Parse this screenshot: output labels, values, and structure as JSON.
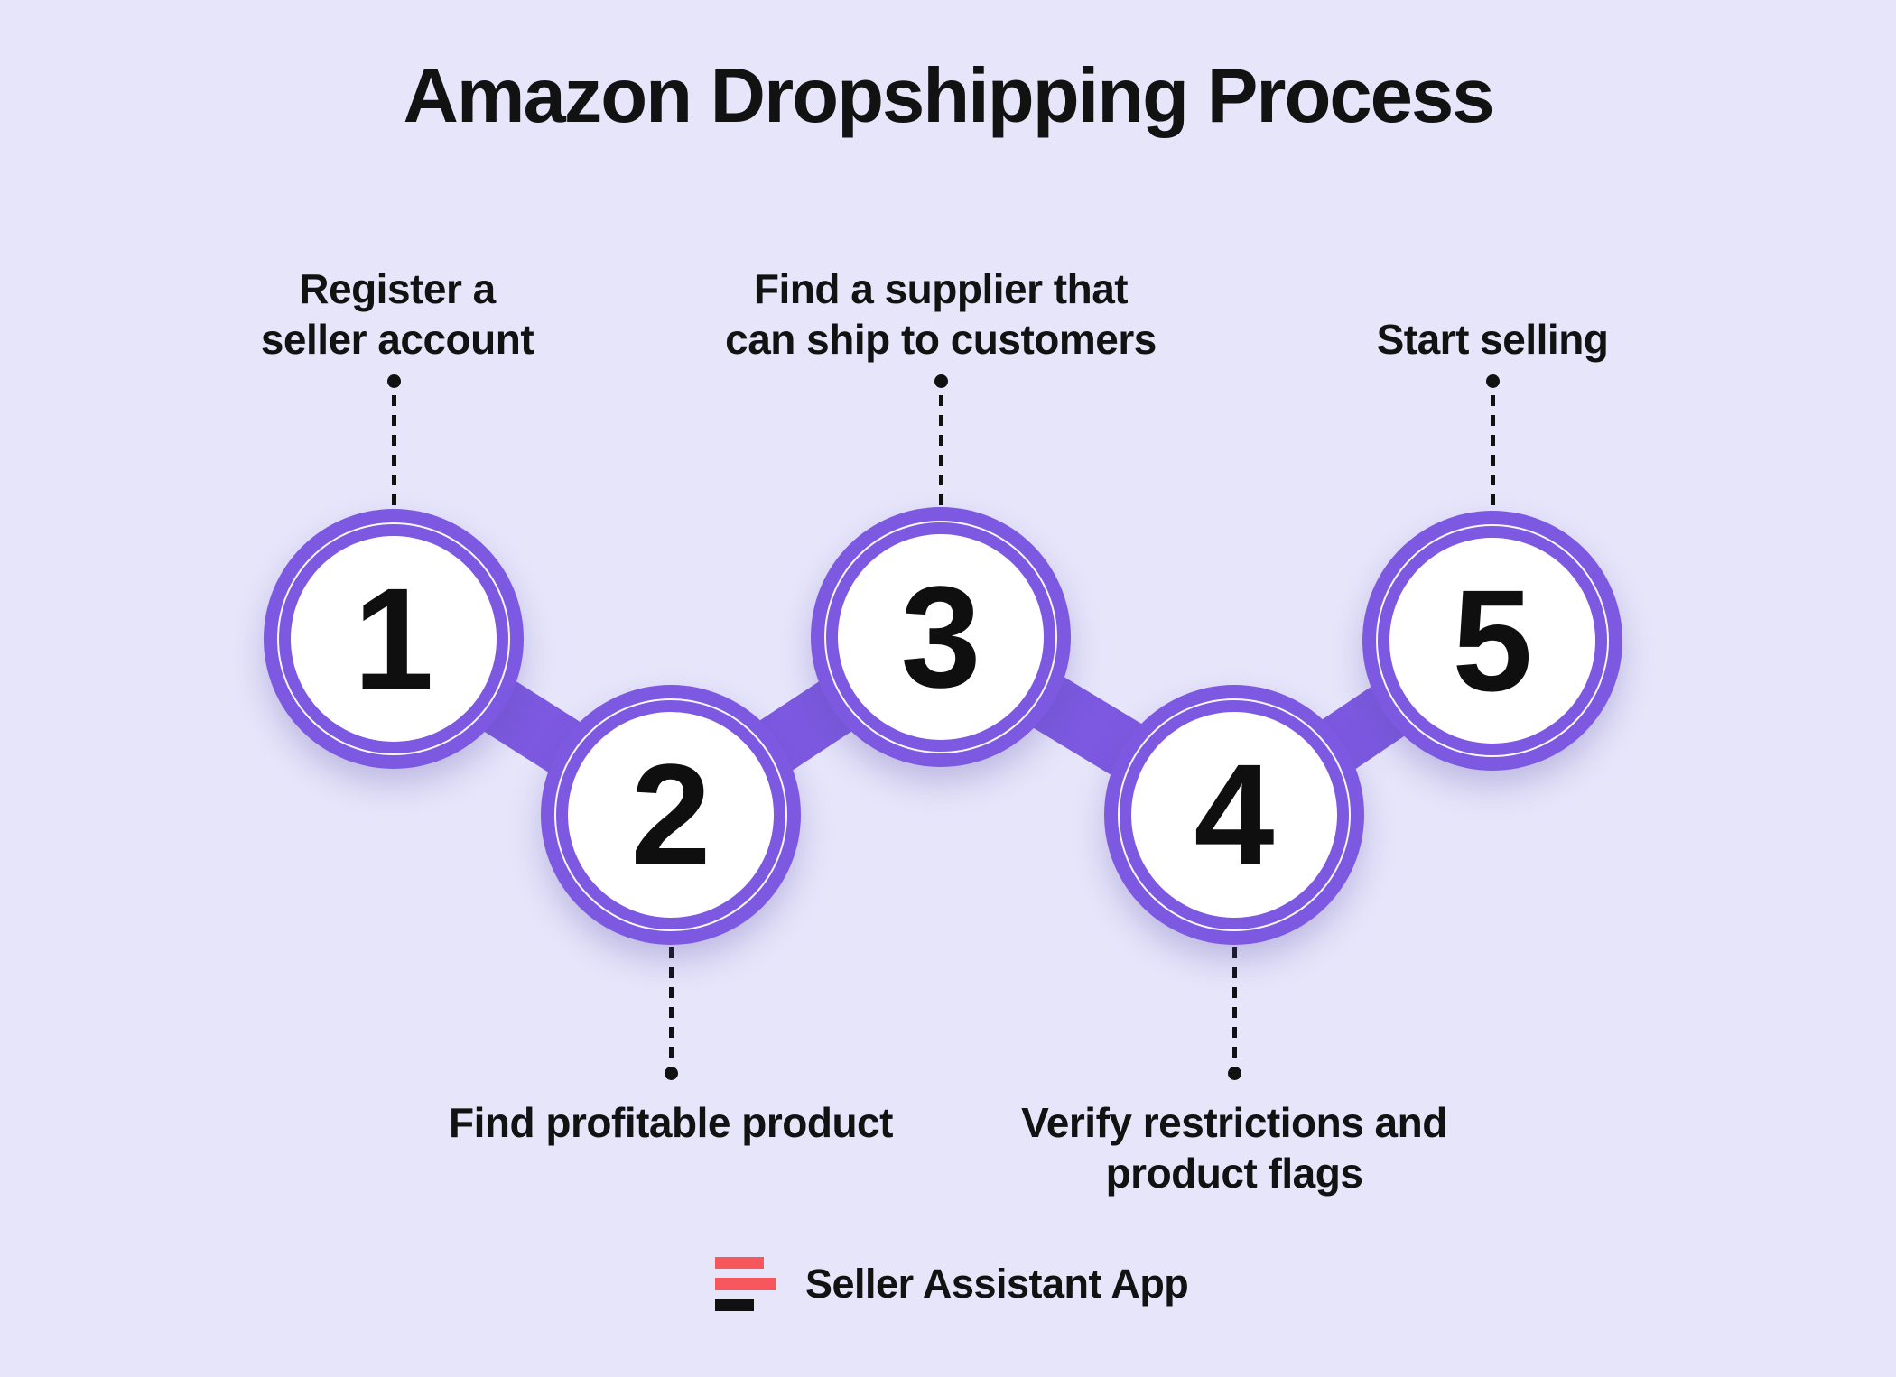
{
  "title": "Amazon Dropshipping Process",
  "steps": [
    {
      "number": "1",
      "label": "Register a\nseller account",
      "label_position": "top"
    },
    {
      "number": "2",
      "label": "Find profitable product",
      "label_position": "bottom"
    },
    {
      "number": "3",
      "label": "Find a supplier that\ncan ship to customers",
      "label_position": "top"
    },
    {
      "number": "4",
      "label": "Verify restrictions and\nproduct flags",
      "label_position": "bottom"
    },
    {
      "number": "5",
      "label": "Start selling",
      "label_position": "top"
    }
  ],
  "logo": {
    "text": "Seller Assistant App",
    "icon": "three-bars-logo"
  },
  "colors": {
    "background": "#E6E5FA",
    "accent_purple": "#7C59E0",
    "text": "#121212",
    "logo_coral": "#F6575D",
    "logo_black": "#111111"
  }
}
